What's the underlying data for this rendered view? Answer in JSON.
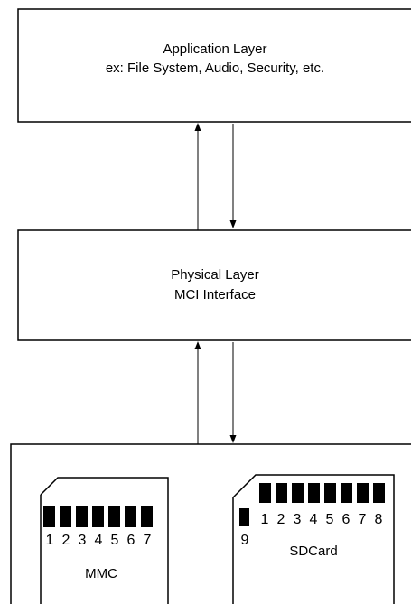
{
  "app_layer": {
    "line1": "Application Layer",
    "line2": "ex: File System, Audio, Security, etc."
  },
  "phys_layer": {
    "line1": "Physical Layer",
    "line2": "MCI Interface"
  },
  "mmc": {
    "pins": [
      "1",
      "2",
      "3",
      "4",
      "5",
      "6",
      "7"
    ],
    "label": "MMC"
  },
  "sdcard": {
    "pins": [
      "1",
      "2",
      "3",
      "4",
      "5",
      "6",
      "7",
      "8"
    ],
    "extra_pin": "9",
    "label": "SDCard"
  }
}
